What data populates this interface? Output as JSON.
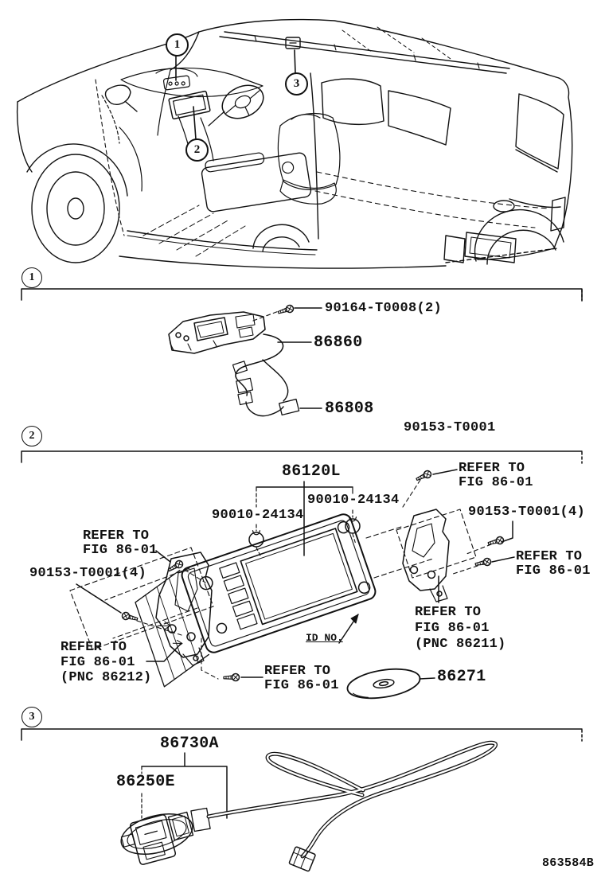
{
  "page": {
    "background": "#ffffff",
    "ink": "#111111"
  },
  "vehicle": {
    "callout_1": "1",
    "callout_2": "2",
    "callout_3": "3"
  },
  "sections": {
    "s1": {
      "num": "1",
      "screw": "90164-T0008(2)",
      "antenna_module": "86860",
      "cable_sub_assy": "86808",
      "bolt": "90153-T0001"
    },
    "s2": {
      "num": "2",
      "head_unit": "86120L",
      "grommet_left": "90010-24134",
      "grommet_right": "90010-24134",
      "bolt_left": "90153-T0001(4)",
      "bolt_right": "90153-T0001(4)",
      "id_no": "ID NO.",
      "disc": "86271",
      "pnc_86211": "(PNC 86211)",
      "pnc_86212": "(PNC 86212)"
    },
    "s3": {
      "num": "3",
      "mic_cord": "86730A",
      "microphone": "86250E"
    },
    "refer": {
      "l1": "REFER TO",
      "l2": "FIG 86-01"
    }
  },
  "footer": {
    "doc_code": "863584B"
  }
}
